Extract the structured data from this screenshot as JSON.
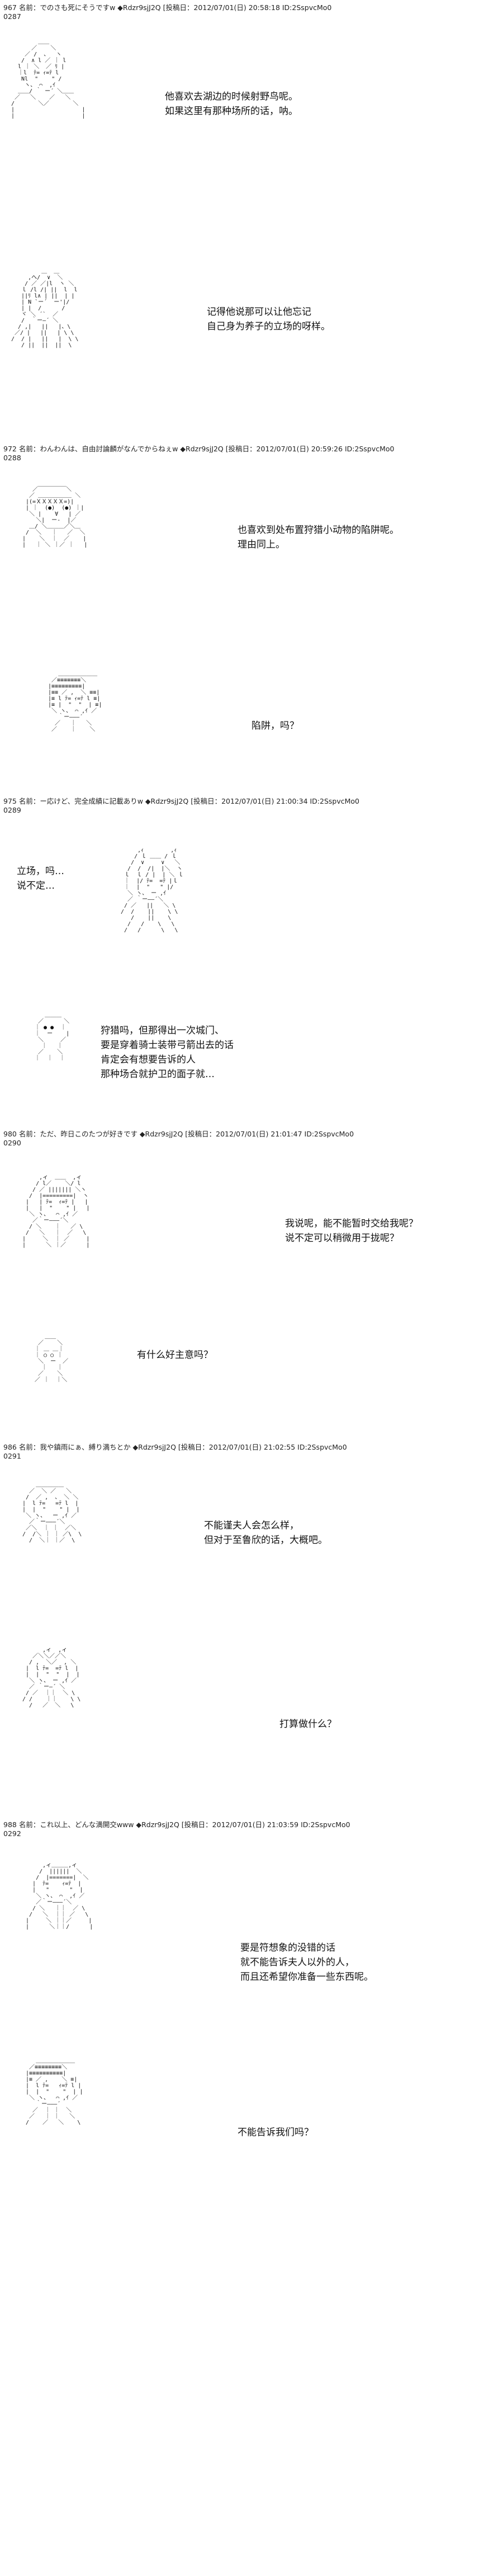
{
  "posts": [
    {
      "header": "967 名前：でのさも死にそうですw ◆Rdzr9sjJ2Q [投稿日：2012/07/01(日) 20:58:18 ID:2SspvcMo0",
      "number": "0287",
      "panels": [
        {
          "text": "他喜欢去湖边的时候射野鸟呢。\n如果这里有那种场所的话，呐。"
        },
        {
          "text": "记得他说那可以让他忘记\n自己身为养子的立场的呀样。"
        }
      ]
    },
    {
      "header": "972 名前：わんわんは、自由討論麟がなんでからねぇw ◆Rdzr9sjJ2Q [投稿日：2012/07/01(日) 20:59:26 ID:2SspvcMo0",
      "number": "0288",
      "panels": [
        {
          "text": "也喜欢到处布置狩猎小动物的陷阱呢。\n理由同上。"
        },
        {
          "text": "陷阱，吗？"
        }
      ]
    },
    {
      "header": "975 名前：ー応けど、完全成績に記載ありw ◆Rdzr9sjJ2Q [投稿日：2012/07/01(日) 21:00:34 ID:2SspvcMo0",
      "number": "0289",
      "panels": [
        {
          "text": "立场，吗…\n说不定…"
        },
        {
          "text": "狩猎吗，但那得出一次城门、\n要是穿着骑士装带弓箭出去的话\n肯定会有想要告诉的人\n那种场合就护卫的面子就…"
        }
      ]
    },
    {
      "header": "980 名前：ただ、昨日このたつが好きです ◆Rdzr9sjJ2Q [投稿日：2012/07/01(日) 21:01:47 ID:2SspvcMo0",
      "number": "0290",
      "panels": [
        {
          "text": "我说呢，能不能暂时交给我呢？\n说不定可以稍微用于拢呢？"
        },
        {
          "text": "有什么好主意吗？"
        }
      ]
    },
    {
      "header": "986 名前：我や鎮雨にぁ、縛り満ちとか ◆Rdzr9sjJ2Q [投稿日：2012/07/01(日) 21:02:55 ID:2SspvcMo0",
      "number": "0291",
      "panels": [
        {
          "text": "不能谨夫人会怎么样，\n但对于至鲁欣的话，大概吧。"
        },
        {
          "text": "打算做什么？"
        }
      ]
    },
    {
      "header": "988 名前：これ以上、どんな満開交www ◆Rdzr9sjJ2Q [投稿日：2012/07/01(日) 21:03:59 ID:2SspvcMo0",
      "number": "0292",
      "panels": [
        {
          "text": "要是符想象的没错的话\n就不能告诉夫人以外的人，\n而且还希望你准备一些东西呢。"
        },
        {
          "text": "不能告诉我们吗？"
        }
      ]
    }
  ],
  "ascii_art": {
    "a1": "        ＿＿\n      ／    ＼\n    ／ /  、  ヽ\n   /  ∧ l ／ ｜ l\n  l ｜ ＼  ／ ﾘ |\n  ｜l  ﾃ= ｨ=ﾃ l\n   Nl  \"    \" /\n    ヽ、 ⌒  ,ｲ\n  ＿＿/ ｀ ー´ ＼＿＿\n ／   ＼    ／   ＼\n/       ＼／       ＼\n|                    |\n|                    |",
    "a2": "         ＿  ＿\n     ,へ/  ∨  ＼\n    / ／ ／|l  ヽ ＼\n   ｌ /l /| ||  l  l\n   ||ﾘ l∧ | ||  | |\n   | N `ー´  ー'|/\n   | |  /      /\n   ヾ ＼ ´`  ／\n   /  ｀ー―´ ＼\n  / ,|   ||   |、\\\n ／/ |   ||   | \\ \\\n/  / |   ||   |  \\ \\\n   / ||  ||  ||  \\",
    "a3": "   ／￣￣￣￣￣＼\n  ／ ＿＿＿＿＿＿ ＼\n |(=ＸＸＸＸＸ=)|\n | ｜  (●)  (●) ｜|\n  ＼ |    ∀   | ／\n    ＼|  ー‐  |／\n  ＿/ ＼＿＿＿／＼＿\n /  ＼   ｜   ／  ＼\n|    ＼  ｜  ／    |\n|   ｜ ＼ ｜／ ｜   |",
    "a4": "    ＿＿＿＿＿＿＿\n  ／≡≡≡≡≡≡≡＼\n |≡≡≡≡≡≡≡≡≡|\n |≡≡ ／ ,  ＼ ≡≡|\n |≡ l ﾃ= ｨ=ﾃ l ≡|\n |≡ |  \"  \"  | ≡|\n  ＼ ヽ、 ⌒ ,ｲ ／\n    ｀ー―――´\n   ／   ｜   ＼\n  ／    ｜    ＼",
    "a5": "      ,ｨ        ,ｨ\n     / ｌ ＿＿ / ｌ\n    /  ∨     ∨   ＼\n   /  /  /|  |＼  ヽ\n  ｌ  ｌ / |  | ＼ ｌ\n  ｜  |/ ﾃ=  =ﾃ |ｌ\n  ｜  |  \"   \" |/\n   ＼ ヽ、 ー ,ｲ\n   ／ ｀ー――´＼\n  / ／   ||   ＼ \\\n /  /    ||    \\ \\\n    /    ||    \\\n   /   /    \\   \\\n  /   /      \\   \\",
    "a6": "     ＿＿＿\n   ／      ＼\n  ｜ ● ●  ｜\n  ｜  ー    |\n   ＼     ／\n    ｜   ｜\n   ／    ＼\n  ｜  ｜  ｜",
    "a7": "     ,ィ  ＿＿  ,ィ\n    / l／    ＼/ l\n   / ／ ||||||| ＼ヽ\n  /  |=========|  ヽ\n |   | ﾃ=  ｨ=ﾃ |   |\n |   |  \"    \" |   |\n  ＼ ヽ、  ⌒ ,ｲ ／\n   ／｀ー―――´＼\n  / ＼    ｜   ／ \\\n /   ＼   ｜  ／   \\\n|     ＼  ｜ ／     |\n|      ＼ ｜／      |",
    "a8": "     ＿＿\n   ／    ＼\n  ｜ ＿ ＿｜\n  ｜ ○ ○ ｜\n   ＼  ー  ／\n    ｜   ｜\n   ／    ＼\n  ／ ｜  ｜＼",
    "a9": "    ＿＿＿＿＿\n  ／  ＼ ／   ＼\n /  ／ ,  、 ＼ ＼\n|  l ﾃ=   =ﾃ l  |\n|  |  \"    \" |  |\n ＼ ヽ、  ー ,ｲ ／\n  ／｀ー―――´＼\n ／＼  ｜ ｜  ／＼\n/  /＼ ｜ ｜ ／\\  \\\n  /  ＼｜ ｜／  \\",
    "a10": "      ,ィ  ,ィ\n   ／＼＼／／＼\n  / ,  ＼／  , ＼\n |  l ﾃ=  =ﾃ l  |\n |  |  \"  \"  |  |\n  ＼ ヽ、 ー ,ｲ ／\n  ／ ｀ー―´ ＼\n / ／  ｜｜  ＼ \\\n/ /    ｜｜    \\ \\\n  /   ／  ＼   \\",
    "a11": "      ,ィ＿＿＿,ィ\n     /  ||||||  ＼\n    /  |=======|  ＼\n   |  ﾃ=    ｨ=ﾃ  |\n   |   \"      \"  |\n    ＼ ヽ、 ⌒  ,ｲ ／\n    ／｀ー―――´＼\n   / ＼   ｜｜  ／ \\\n  /   ＼  ｜｜ ／   \\\n |     ＼ ｜｜／     |\n |      ＼｜｜/      |",
    "a12": "    ＿＿＿＿＿＿＿\n  ／≡≡≡≡≡≡≡≡＼\n |≡≡≡≡≡≡≡≡≡≡|\n |≡ ／ ,    ＼ ≡|\n |  l ﾃ=   ｨ=ﾃ l |\n |  |  \"    \"  | |\n  ＼ ヽ、  ⌒ ,ｲ ／\n    ｀ー―――´\n   ／  ｜ ｜  ＼\n  ／   ｜ ｜   ＼\n /    ／   ＼    \\"
  }
}
